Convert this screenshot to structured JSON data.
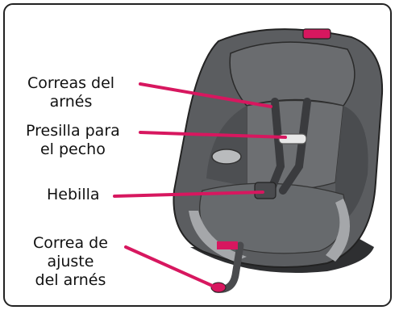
{
  "labels": [
    {
      "id": "harness-straps",
      "lines": [
        "Correas del",
        "arnés"
      ]
    },
    {
      "id": "chest-clip",
      "lines": [
        "Presilla para",
        "el pecho"
      ]
    },
    {
      "id": "buckle",
      "lines": [
        "Hebilla"
      ]
    },
    {
      "id": "harness-adjust-strap",
      "lines": [
        "Correa de",
        "ajuste",
        "del arnés"
      ]
    }
  ],
  "colors": {
    "leader": "#d7175f",
    "shell": "#5b5d60",
    "shell_dark": "#3f4144",
    "trim": "#9fa1a4",
    "webbing": "#4a4b4e"
  }
}
